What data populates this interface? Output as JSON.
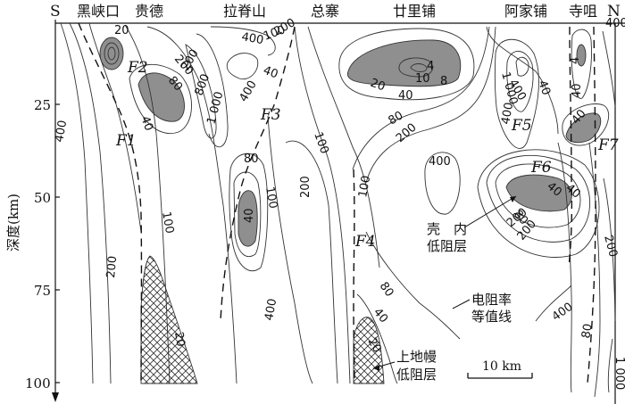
{
  "profile": {
    "start": "S",
    "end": "N",
    "places": [
      "黑峡口",
      "贵德",
      "拉脊山",
      "总寨",
      "廿里铺",
      "阿家铺",
      "寺咀"
    ]
  },
  "axis": {
    "label": "深度(km)",
    "ticks": [
      "25",
      "50",
      "75",
      "100"
    ]
  },
  "faults": [
    "F1",
    "F2",
    "F3",
    "F4",
    "F5",
    "F6",
    "F7"
  ],
  "contour_values": [
    "20",
    "400",
    "100",
    "200",
    "200",
    "80",
    "800",
    "1 000",
    "40",
    "400",
    "200",
    "4",
    "10",
    "8",
    "20",
    "40",
    "80",
    "200",
    "1 000",
    "400",
    "40",
    "400",
    "100",
    "40",
    "80",
    "100",
    "40",
    "200",
    "100",
    "200",
    "100",
    "80",
    "400",
    "400",
    "40",
    "20",
    "200",
    "400",
    "40",
    "80",
    "200",
    "40",
    "200",
    "400",
    "1 000",
    "80",
    "40",
    "400",
    "20",
    "4",
    "40"
  ],
  "annotations": {
    "crust_low": [
      "壳　内",
      "低阻层"
    ],
    "mantle_low": [
      "上地幔",
      "低阻层"
    ],
    "isoline": [
      "电阻率",
      "等值线"
    ]
  },
  "scale_bar": "10 km"
}
